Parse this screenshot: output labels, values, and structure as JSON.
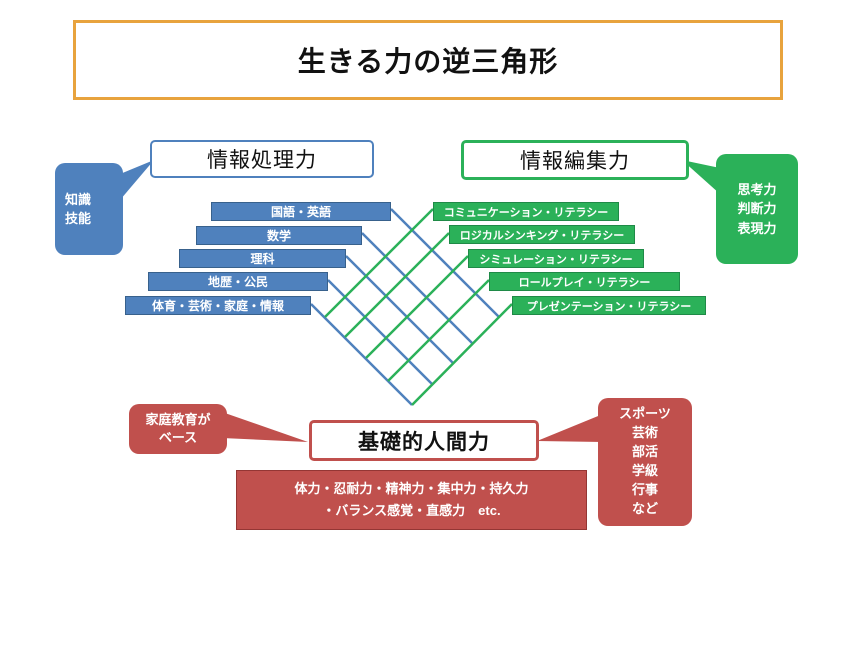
{
  "title": "生きる力の逆三角形",
  "left_branch": {
    "header": "情報処理力",
    "bubble": {
      "lines": [
        "知識",
        "技能"
      ]
    },
    "bars": [
      "国語・英語",
      "数学",
      "理科",
      "地歴・公民",
      "体育・芸術・家庭・情報"
    ]
  },
  "right_branch": {
    "header": "情報編集力",
    "bubble": {
      "lines": [
        "思考力",
        "判断力",
        "表現力"
      ]
    },
    "bars": [
      "コミュニケーション・リテラシー",
      "ロジカルシンキング・リテラシー",
      "シミュレーション・リテラシー",
      "ロールプレイ・リテラシー",
      "プレゼンテーション・リテラシー"
    ]
  },
  "base": {
    "header": "基礎的人間力",
    "left_bubble": {
      "lines": [
        "家庭教育が",
        "ベース"
      ]
    },
    "right_bubble": {
      "lines": [
        "スポーツ",
        "芸術",
        "部活",
        "学級",
        "行事",
        "など"
      ]
    },
    "detail_lines": [
      "体力・忍耐力・精神力・集中力・持久力",
      "・バランス感覚・直感力　etc."
    ]
  },
  "colors": {
    "blue": "#4F81BD",
    "green": "#2BB159",
    "red": "#C0504D",
    "orange": "#E8A33D"
  },
  "lattice": {
    "stroke_width": 2.5,
    "blue_lines": [
      [
        391,
        209,
        499,
        317
      ],
      [
        362,
        233,
        472,
        343
      ],
      [
        346,
        256,
        453,
        363
      ],
      [
        328,
        280,
        432,
        384
      ],
      [
        311,
        304,
        412,
        405
      ]
    ],
    "green_lines": [
      [
        433,
        209,
        325,
        317
      ],
      [
        449,
        233,
        345,
        337
      ],
      [
        468,
        256,
        366,
        358
      ],
      [
        489,
        280,
        388,
        381
      ],
      [
        512,
        304,
        412,
        405
      ]
    ]
  }
}
